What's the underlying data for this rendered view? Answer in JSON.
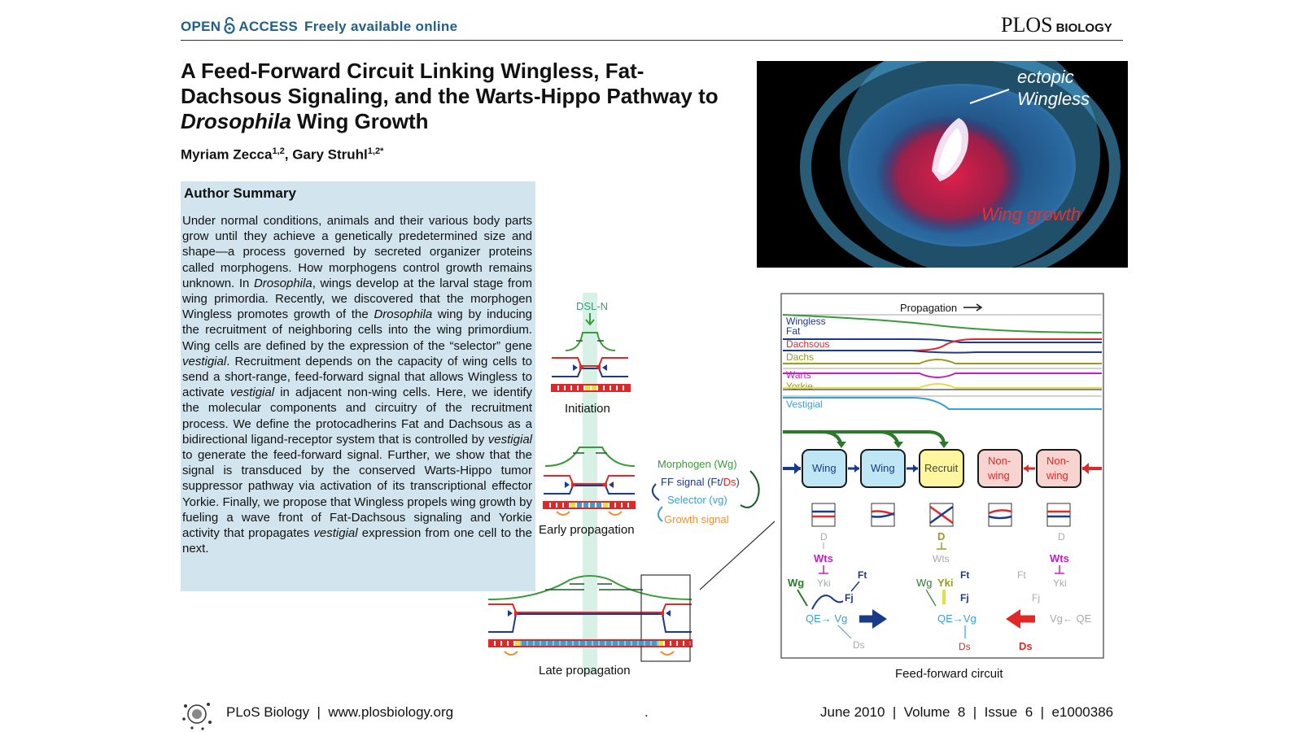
{
  "header": {
    "open": "OPEN",
    "access": "ACCESS",
    "freely": "Freely available online",
    "journal_plos": "PLOS",
    "journal_biology": "BIOLOGY"
  },
  "article": {
    "title_part1": "A Feed-Forward Circuit Linking Wingless, Fat-Dachsous Signaling, and the Warts-Hippo Pathway to ",
    "title_italic": "Drosophila",
    "title_part2": " Wing Growth",
    "author1": "Myriam Zecca",
    "author1_sup": "1,2",
    "author_sep": ", ",
    "author2": "Gary Struhl",
    "author2_sup": "1,2",
    "author2_mark": "*"
  },
  "photo": {
    "label_ectopic": "ectopic",
    "label_wingless": "Wingless",
    "label_growth": "Wing growth"
  },
  "summary": {
    "heading": "Author Summary",
    "s01": "Under normal conditions, animals and their various body parts grow until they achieve a genetically predetermined size and shape—a process governed by secreted organizer proteins called morphogens. How morphogens control growth remains unknown. In ",
    "s02": "Drosophila",
    "s03": ", wings develop at the larval stage from wing primordia. Recently, we discovered that the morphogen Wingless promotes growth of the ",
    "s04": "Drosophila",
    "s05": " wing by inducing the recruitment of neighboring cells into the wing primordium. Wing cells are defined by the expression of the “selector” gene ",
    "s06": "vestigial",
    "s07": ". Recruitment depends on the capacity of wing cells to send a short-range, feed-forward signal that allows Wingless to activate ",
    "s08": "vestigial",
    "s09": " in adjacent non-wing cells. Here, we identify the molecular components and circuitry of the recruitment process. We define the protocadherins Fat and Dachsous as a bidirectional ligand-receptor system that is controlled by ",
    "s10": "vestigial",
    "s11": " to generate the feed-forward signal. Further, we show that the signal is transduced by the conserved Warts-Hippo tumor suppressor pathway via activation of its transcriptional effector Yorkie. Finally, we propose that Wingless propels wing growth by fueling a wave front of Fat-Dachsous signaling and Yorkie activity that propagates ",
    "s12": "vestigial",
    "s13": " expression from one cell to the next."
  },
  "figure": {
    "dsl_n": "DSL-N",
    "initiation": "Initiation",
    "early": "Early propagation",
    "late": "Late propagation",
    "legend_morphogen": "Morphogen (Wg)",
    "legend_ff_prefix": "FF signal (Ft/",
    "legend_ff_ds": "Ds",
    "legend_ff_suffix": ")",
    "legend_selector": "Selector (vg)",
    "legend_growth": "Growth signal",
    "propagation": "Propagation",
    "graph_labels": {
      "wingless": "Wingless",
      "fat": "Fat",
      "dachsous": "Dachsous",
      "dachs": "Dachs",
      "warts": "Warts",
      "yorkie": "Yorkie",
      "vestigial": "Vestigial"
    },
    "cells": {
      "wing1": "Wing",
      "wing2": "Wing",
      "recruit": "Recruit",
      "non1a": "Non-",
      "non1b": "wing",
      "non2a": "Non-",
      "non2b": "wing"
    },
    "circuit": {
      "d": "D",
      "wts": "Wts",
      "yki": "Yki",
      "wg": "Wg",
      "ft": "Ft",
      "fj": "Fj",
      "qe_vg": "QE→ Vg",
      "qe_vg_mid": "QE→Vg",
      "vg_qe": "Vg← QE",
      "ds": "Ds"
    },
    "feedforward": "Feed-forward circuit",
    "colors": {
      "green": "#3a9a3a",
      "red": "#e02828",
      "blue": "#1a3a8a",
      "cyan": "#3aa0d0",
      "olive": "#9a9a20",
      "magenta": "#c020c0",
      "yellow": "#e0e040",
      "orange": "#f09030"
    }
  },
  "footer": {
    "journal": "PLoS Biology  |  www.plosbiology.org",
    "dot": ".",
    "issue": "June 2010  |  Volume  8  |  Issue  6  |  e1000386"
  }
}
